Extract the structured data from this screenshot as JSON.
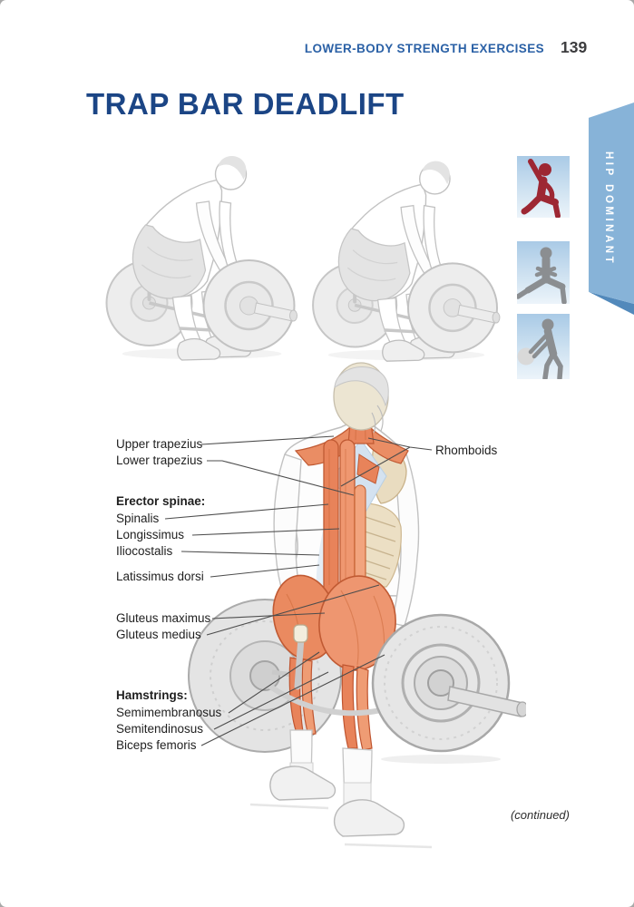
{
  "header": {
    "section_title": "LOWER-BODY STRENGTH EXERCISES",
    "page_number": "139"
  },
  "title": "TRAP BAR DEADLIFT",
  "side_tab": {
    "label": "HIP DOMINANT"
  },
  "sport_icons": [
    {
      "name": "climbing-figure-icon",
      "color": "#9d2733"
    },
    {
      "name": "lunge-figure-icon",
      "color": "#8b8e91"
    },
    {
      "name": "volleyball-figure-icon",
      "color": "#8b8e91"
    }
  ],
  "illustrations": {
    "step1": "trap bar deadlift start position",
    "step2": "trap bar deadlift start position (second view)",
    "anatomy": "posterior muscle anatomy holding trap bar"
  },
  "labels": {
    "upper_trapezius": "Upper trapezius",
    "lower_trapezius": "Lower trapezius",
    "erector_spinae": "Erector spinae:",
    "spinalis": "Spinalis",
    "longissimus": "Longissimus",
    "iliocostalis": "Iliocostalis",
    "latissimus_dorsi": "Latissimus dorsi",
    "rhomboids": "Rhomboids",
    "gluteus_maximus": "Gluteus maximus",
    "gluteus_medius": "Gluteus medius",
    "hamstrings": "Hamstrings:",
    "semimembranosus": "Semimembranosus",
    "semitendinosus": "Semitendinosus",
    "biceps_femoris": "Biceps femoris"
  },
  "footer": {
    "continued": "(continued)"
  },
  "colors": {
    "header_blue": "#2b61a6",
    "title_navy": "#1b4585",
    "tab_blue": "#87b3d8",
    "tab_fold_blue": "#5289bb",
    "muscle_orange": "#e8855c",
    "muscle_orange_light": "#f0a078",
    "bone_tan": "#eadec2",
    "fascia_blue": "#d6e3f0",
    "icon_red": "#9d2733",
    "icon_gray": "#8b8e91"
  }
}
